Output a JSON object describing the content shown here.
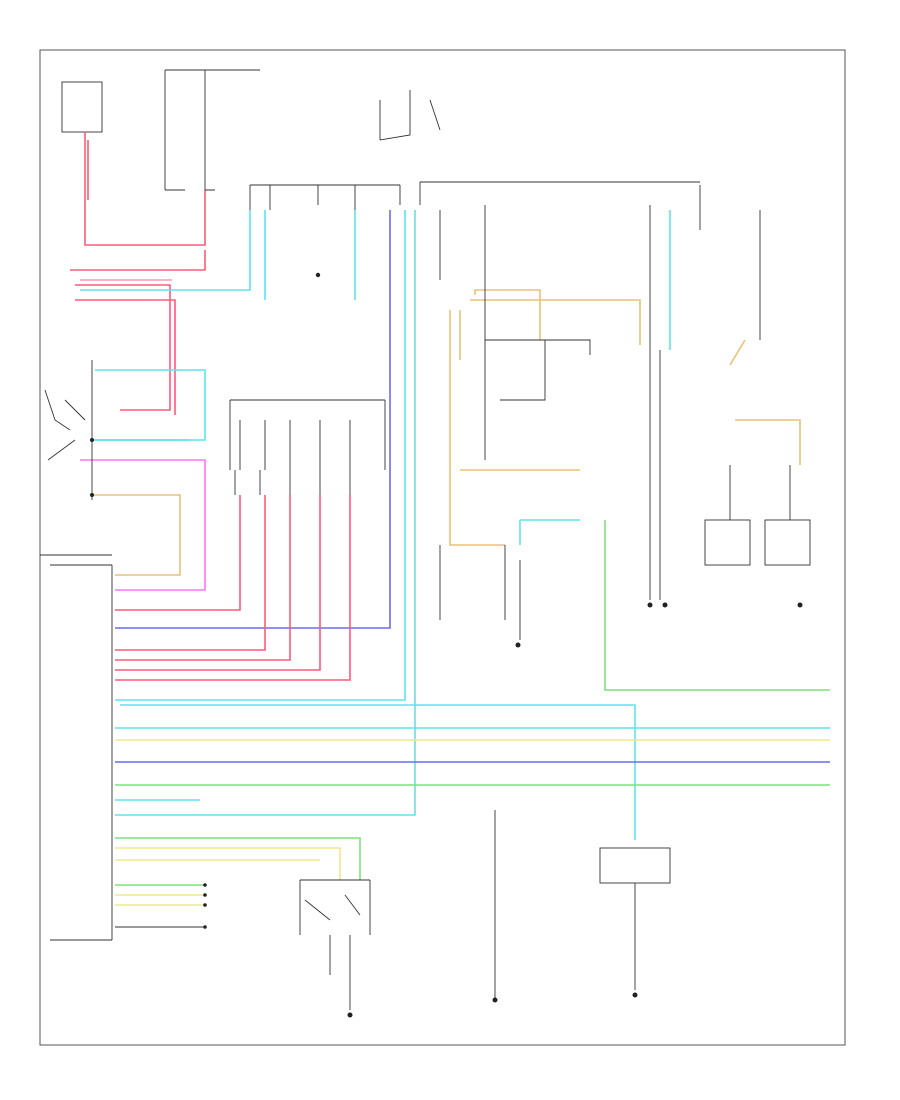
{
  "diagram": {
    "bottom_left_label": "",
    "components": [
      {
        "id": "rcm",
        "label": ""
      },
      {
        "id": "dimmer-switch",
        "label": ""
      },
      {
        "id": "hazard-switch",
        "label": ""
      },
      {
        "id": "rear-lamp-left",
        "label": ""
      },
      {
        "id": "rear-lamp-right",
        "label": ""
      },
      {
        "id": "license-lamp-left",
        "label": ""
      },
      {
        "id": "license-lamp-right",
        "label": ""
      },
      {
        "id": "ground-g1",
        "label": ""
      },
      {
        "id": "ground-g2",
        "label": ""
      },
      {
        "id": "ground-g3",
        "label": ""
      },
      {
        "id": "ground-g4",
        "label": ""
      }
    ],
    "wire_colors": {
      "red": "#ff5a78",
      "pink": "#ff9ab0",
      "cyan": "#5fe3ec",
      "blue": "#6a6cf0",
      "green": "#7fe07f",
      "yellow": "#f2e88a",
      "tan": "#e7c277",
      "magenta": "#ff74f5",
      "black": "#333333"
    },
    "notes": []
  }
}
